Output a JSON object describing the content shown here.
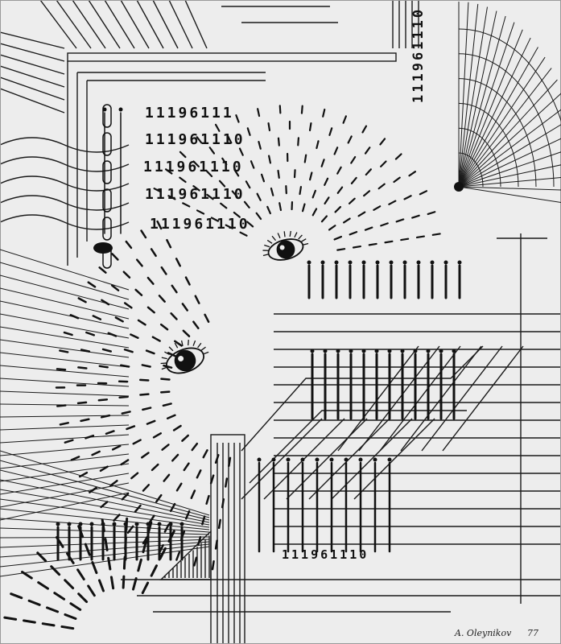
{
  "artwork": {
    "digit_rows": [
      "11196111",
      "111961110",
      "111961110",
      "111961110"
    ],
    "right_vertical_code": "111961110",
    "bottom_code": "111961110",
    "signature": "A. Oleynikov",
    "year_mark": "77"
  }
}
